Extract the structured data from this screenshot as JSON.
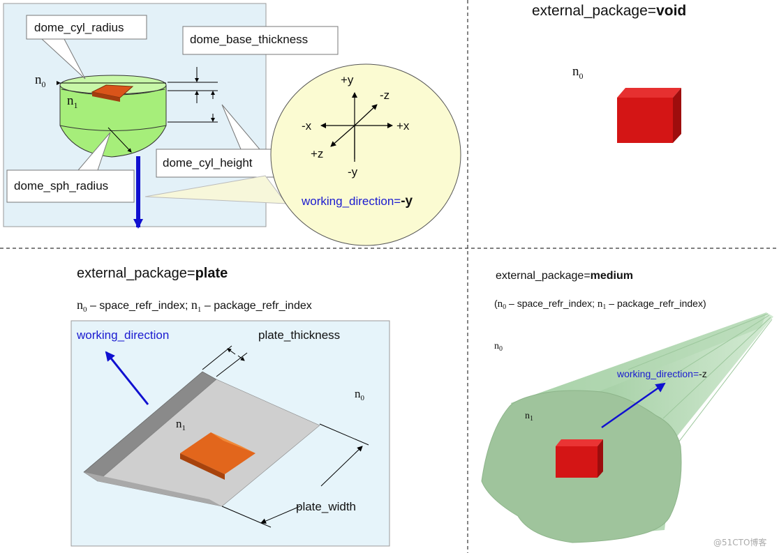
{
  "dome": {
    "cyl_radius": "dome_cyl_radius",
    "base_thickness": "dome_base_thickness",
    "cyl_height": "dome_cyl_height",
    "sph_radius": "dome_sph_radius",
    "n0": "n",
    "n1": "n",
    "sub0": "0",
    "sub1": "1"
  },
  "axes": {
    "plus_y": "+y",
    "minus_y": "-y",
    "plus_x": "+x",
    "minus_x": "-x",
    "plus_z": "+z",
    "minus_z": "-z",
    "working_prefix": "working_direction=",
    "working_value": "-y"
  },
  "void": {
    "title_prefix": "external_package=",
    "title_value": "void",
    "n0": "n",
    "sub0": "0"
  },
  "plate": {
    "title_prefix": "external_package=",
    "title_value": "plate",
    "legend_n0": "n",
    "legend_sub0": "0",
    "legend_part1": " – space_refr_index; ",
    "legend_n1": "n",
    "legend_sub1": "1",
    "legend_part2": " – package_refr_index",
    "working_direction": "working_direction",
    "plate_thickness": "plate_thickness",
    "plate_width": "plate_width",
    "n0": "n",
    "sub0": "0",
    "n1": "n",
    "sub1": "1"
  },
  "medium": {
    "title_prefix": "external_package=",
    "title_value": "medium",
    "legend_open": "(",
    "legend_n0": "n",
    "legend_sub0": "0",
    "legend_part1": " – space_refr_index; ",
    "legend_n1": "n",
    "legend_sub1": "1",
    "legend_part2": " – package_refr_index)",
    "n0": "n",
    "sub0": "0",
    "n1": "n",
    "sub1": "1",
    "working_prefix": "working_direction=",
    "working_value": "-z"
  },
  "watermark": "@51CTO博客"
}
